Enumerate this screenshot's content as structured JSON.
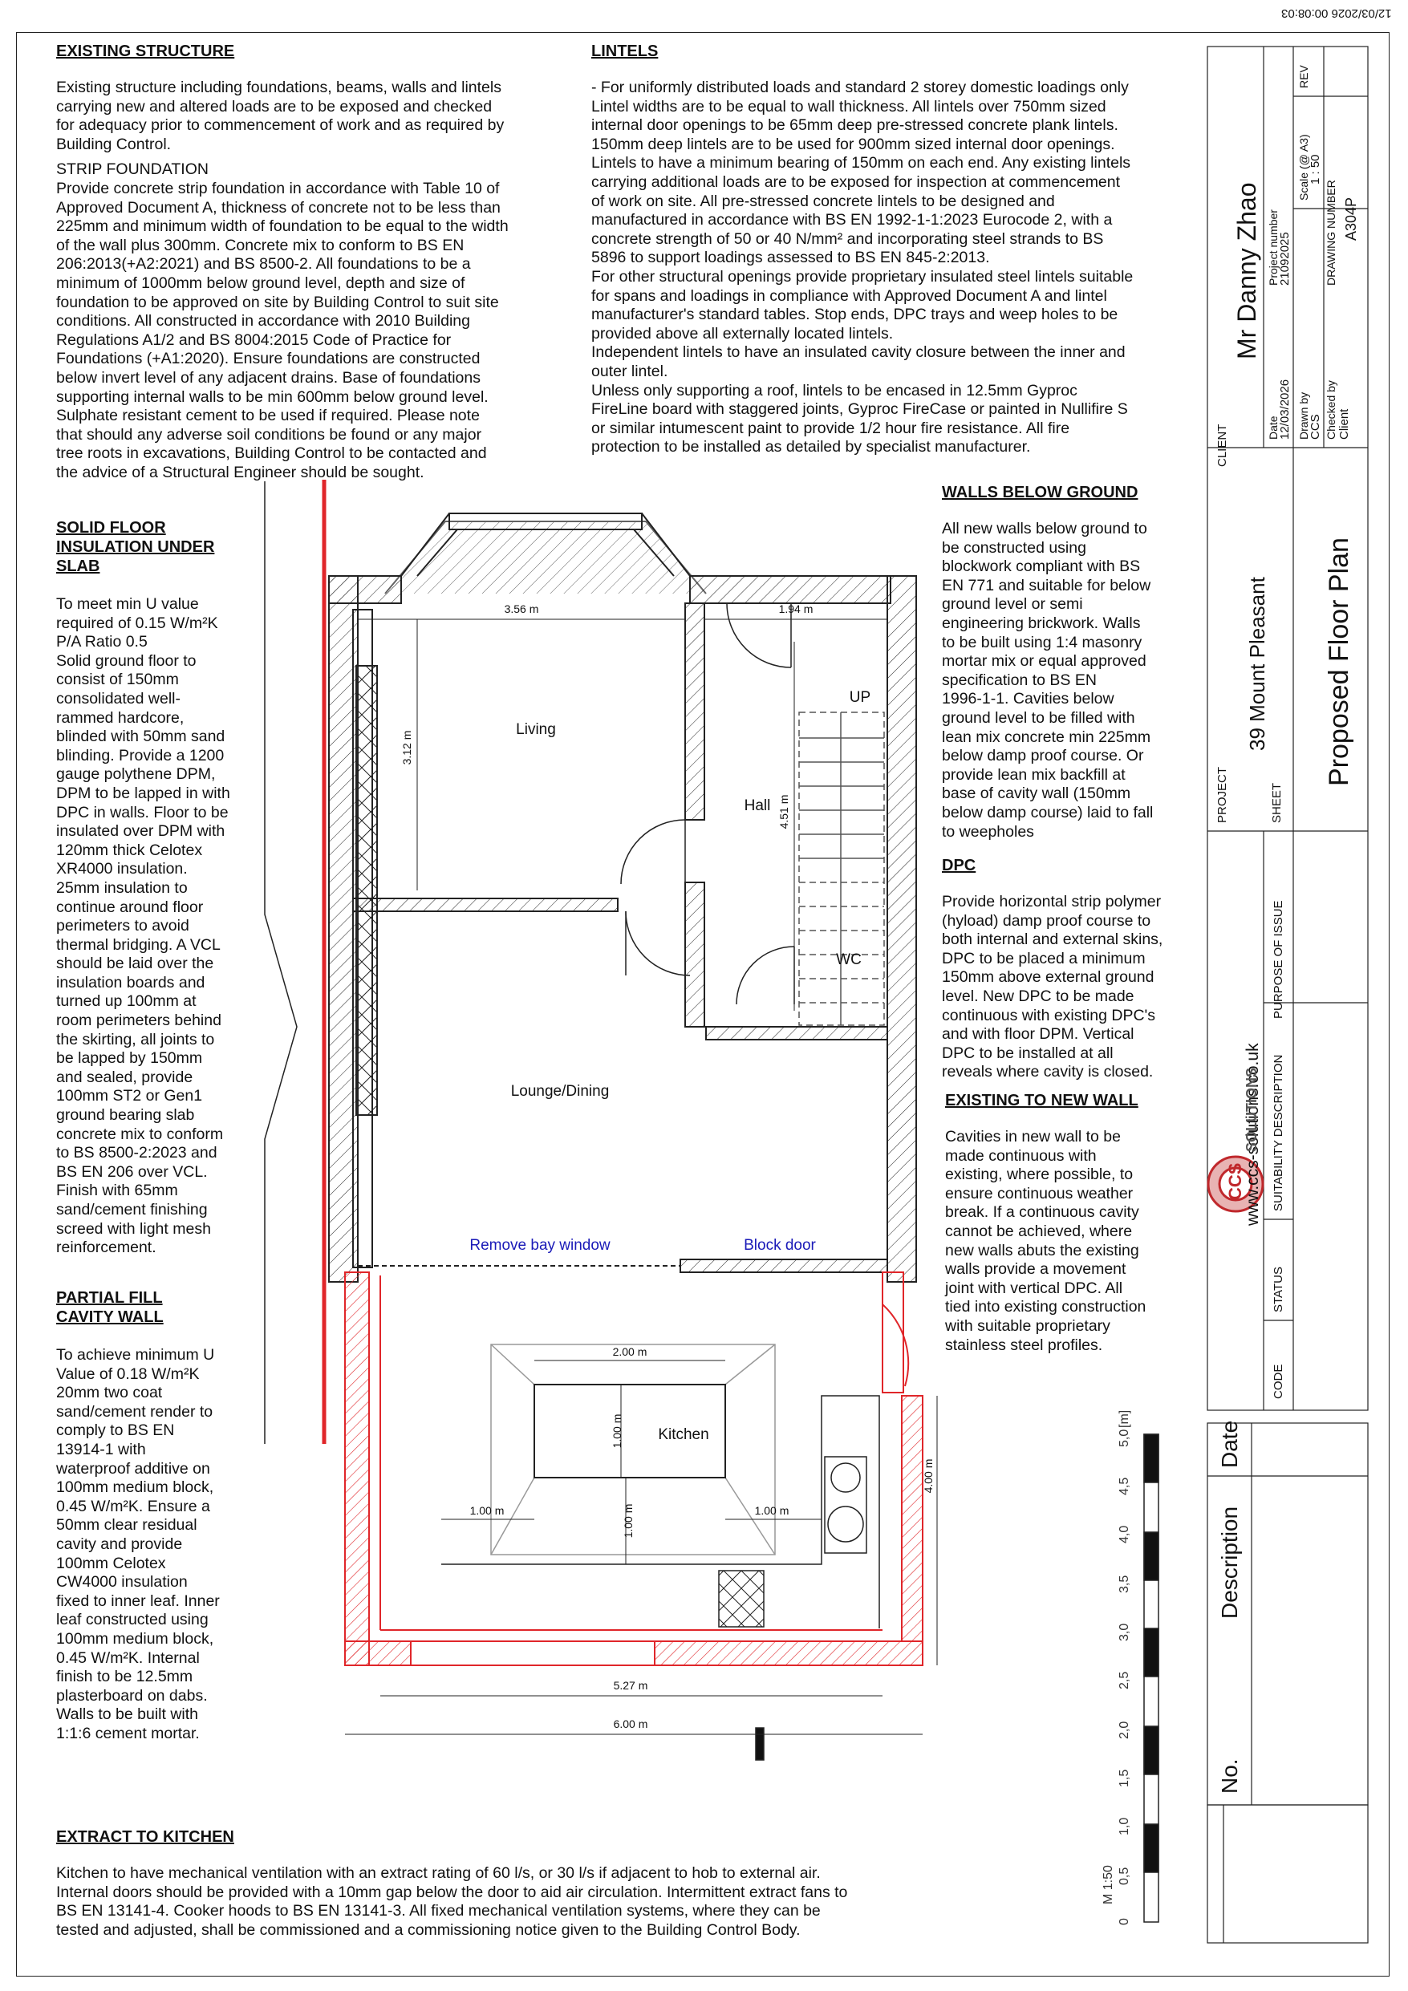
{
  "timestamp": "12/03/2026 00:08:03",
  "notes": {
    "existing_structure": {
      "title": "EXISTING STRUCTURE",
      "body": "Existing structure including foundations, beams, walls and lintels\ncarrying new and altered loads are to be exposed and checked\nfor adequacy prior to commencement of work and as required by\nBuilding Control.",
      "strip_title": "STRIP FOUNDATION",
      "strip_body": "Provide concrete strip foundation in accordance with Table 10 of\nApproved Document A, thickness of concrete not to be less than\n225mm and minimum width of foundation to be equal to the width\nof the wall plus 300mm. Concrete mix to conform to BS EN\n206:2013(+A2:2021) and BS 8500-2. All foundations to be a\nminimum of 1000mm below ground level, depth and size of\nfoundation to be approved on site by Building Control to suit site\nconditions. All constructed in accordance with 2010 Building\nRegulations A1/2 and BS 8004:2015 Code of Practice for\nFoundations (+A1:2020). Ensure foundations are constructed\nbelow invert level of any adjacent drains. Base of foundations\nsupporting internal walls to be min 600mm below ground level.\nSulphate resistant cement to be used if required. Please note\nthat should any adverse soil conditions be found or any major\ntree roots in excavations, Building Control to be contacted and\nthe advice of a Structural Engineer should be sought."
    },
    "lintels": {
      "title": "LINTELS",
      "body": "- For uniformly distributed loads and standard 2 storey domestic loadings only\nLintel widths are to be equal to wall thickness. All lintels over 750mm sized\ninternal door openings to be 65mm deep pre-stressed concrete plank lintels.\n150mm deep lintels are to be used for 900mm sized internal door openings.\nLintels to have a minimum bearing of 150mm on each end. Any existing lintels\ncarrying additional loads are to be exposed for inspection at commencement\nof work on site. All pre-stressed concrete lintels to be designed and\nmanufactured in accordance with BS EN 1992-1-1:2023 Eurocode 2, with a\nconcrete strength of 50 or 40 N/mm² and incorporating steel strands to BS\n5896 to support loadings assessed to BS EN 845-2:2013.\nFor other structural openings provide proprietary insulated steel lintels suitable\nfor spans and loadings in compliance with Approved Document A and lintel\nmanufacturer's standard tables. Stop ends, DPC trays and weep holes to be\nprovided above all externally located lintels.\nIndependent lintels to have an insulated cavity closure between the inner and\nouter lintel.\nUnless only supporting a roof, lintels to be encased in 12.5mm Gyproc\nFireLine board with staggered joints, Gyproc FireCase or painted in Nullifire S\nor similar intumescent paint to provide 1/2 hour fire resistance. All fire\nprotection to be installed as detailed by specialist manufacturer."
    },
    "solid_floor": {
      "title": "SOLID FLOOR\nINSULATION UNDER\nSLAB",
      "body": "To meet min U value\nrequired of 0.15 W/m²K\nP/A Ratio 0.5\nSolid ground floor to\nconsist of 150mm\nconsolidated well-\nrammed hardcore,\nblinded with 50mm sand\nblinding. Provide a 1200\ngauge polythene DPM,\nDPM to be lapped in with\nDPC in walls. Floor to be\ninsulated over DPM with\n120mm thick Celotex\nXR4000 insulation.\n25mm insulation to\ncontinue around floor\nperimeters to avoid\nthermal bridging. A VCL\nshould be laid over the\ninsulation boards and\nturned up 100mm at\nroom perimeters behind\nthe skirting, all joints to\nbe lapped by 150mm\nand sealed, provide\n100mm ST2 or Gen1\nground bearing slab\nconcrete mix to conform\nto BS 8500-2:2023 and\nBS EN 206 over VCL.\nFinish with 65mm\nsand/cement finishing\nscreed with light mesh\nreinforcement."
    },
    "partial_fill": {
      "title": "PARTIAL FILL\nCAVITY WALL",
      "body": "To achieve minimum U\nValue of 0.18 W/m²K\n20mm two coat\nsand/cement render to\ncomply to BS EN\n13914-1 with\nwaterproof additive on\n100mm medium block,\n0.45 W/m²K. Ensure a\n50mm clear residual\ncavity and provide\n100mm Celotex\nCW4000 insulation\nfixed to inner leaf. Inner\nleaf constructed using\n100mm medium block,\n0.45 W/m²K. Internal\nfinish to be 12.5mm\nplasterboard on dabs.\nWalls to be built with\n1:1:6 cement mortar."
    },
    "walls_below": {
      "title": "WALLS BELOW GROUND",
      "body": "All new walls below ground to\nbe constructed using\nblockwork compliant with BS\nEN 771 and suitable for below\nground level or semi\nengineering brickwork. Walls\nto be built using 1:4 masonry\nmortar mix or equal approved\nspecification to BS EN\n1996-1-1. Cavities below\nground level to be filled with\nlean mix concrete min 225mm\nbelow damp proof course. Or\nprovide lean mix backfill at\nbase of cavity wall (150mm\nbelow damp course) laid to fall\nto weepholes"
    },
    "dpc": {
      "title": "DPC",
      "body": "Provide horizontal strip polymer\n(hyload) damp proof course to\nboth internal and external skins,\nDPC to be placed a minimum\n150mm above external ground\nlevel. New DPC to be made\ncontinuous with existing DPC's\nand with floor DPM. Vertical\nDPC to be installed at all\nreveals where cavity is closed."
    },
    "existing_to_new": {
      "title": "EXISTING TO NEW WALL",
      "body": "Cavities in new wall to be\nmade continuous with\nexisting, where possible, to\nensure continuous weather\nbreak. If a continuous cavity\ncannot be achieved, where\nnew walls abuts the existing\nwalls provide a movement\njoint with vertical DPC. All\ntied into existing construction\nwith suitable proprietary\nstainless steel profiles."
    },
    "extract": {
      "title": "EXTRACT TO KITCHEN",
      "body": "Kitchen to have mechanical ventilation with an extract rating of 60 l/s, or 30 l/s if adjacent to hob to external air.\nInternal doors should be provided with a 10mm gap below the door to aid air circulation. Intermittent extract fans to\nBS EN 13141-4. Cooker hoods to BS EN 13141-3. All fixed mechanical ventilation systems, where they can be\ntested and adjusted, shall be commissioned and a commissioning notice given to the Building Control Body."
    }
  },
  "plan": {
    "rooms": {
      "living": "Living",
      "hall": "Hall",
      "up": "UP",
      "wc": "WC",
      "lounge": "Lounge/Dining",
      "kitchen": "Kitchen"
    },
    "annotations": {
      "remove_bay": "Remove bay window",
      "block_door": "Block door"
    },
    "dims": {
      "d356": "3.56 m",
      "d194": "1.94 m",
      "d312": "3.12 m",
      "d451": "4.51 m",
      "d200": "2.00 m",
      "d100a": "1.00 m",
      "d100b": "1.00 m",
      "d100c": "1.00 m",
      "d100d": "1.00 m",
      "d400": "4.00 m",
      "d527": "5.27 m",
      "d600": "6.00 m"
    }
  },
  "scale_bar": {
    "unit": "[m]",
    "label": "M 1:50",
    "ticks": [
      "0",
      "0,5",
      "1,0",
      "1,5",
      "2,0",
      "2,5",
      "3,0",
      "3,5",
      "4,0",
      "4,5",
      "5,0"
    ]
  },
  "title_block": {
    "client_label": "CLIENT",
    "client": "Mr Danny Zhao",
    "date_label": "Date",
    "date": "12/03/2026",
    "project_number_label": "Project number",
    "project_number": "21092025",
    "scale_label": "Scale (@ A3)",
    "scale": "1 : 50",
    "rev_label": "REV",
    "drawn_by_label": "Drawn by",
    "drawn_by": "CCS",
    "checked_by_label": "Checked by",
    "checked_by": "Client",
    "drawing_number_label": "DRAWING NUMBER",
    "drawing_number": "A304P",
    "project_label": "PROJECT",
    "project": "39 Mount Pleasant",
    "sheet_label": "SHEET",
    "sheet": "Proposed Floor Plan",
    "purpose_label": "PURPOSE OF ISSUE",
    "suitability_label": "SUITABILITY DESCRIPTION",
    "status_label": "STATUS",
    "code_label": "CODE",
    "website": "www.ccs-solutions.co.uk",
    "logo_text": "CCS",
    "logo_sub": "SOLUTIONS",
    "rev_no_label": "No.",
    "rev_desc_label": "Description",
    "rev_date_label": "Date"
  },
  "colors": {
    "new_work": "#e0262a",
    "annotation": "#1a1ab8",
    "line": "#222222"
  }
}
